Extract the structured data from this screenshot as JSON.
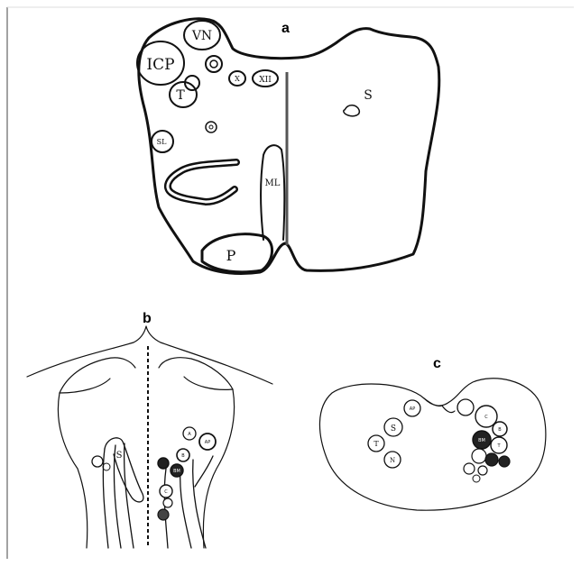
{
  "panels": [
    {
      "letter": "a"
    },
    {
      "letter": "b"
    },
    {
      "letter": "c"
    }
  ],
  "panel_a": {
    "labels": {
      "vn": "VN",
      "icp": "ICP",
      "t": "T",
      "xii": "XII",
      "x": "X",
      "sl": "SL",
      "ml": "ML",
      "p": "P",
      "s": "S"
    }
  },
  "panel_b": {
    "labels": {
      "s": "S",
      "a": "A",
      "ap": "AP",
      "b": "B",
      "bm": "BM",
      "c": "C"
    }
  },
  "panel_c": {
    "labels": {
      "ap": "AP",
      "s": "S",
      "t": "T",
      "n": "N",
      "c": "C",
      "b": "B",
      "bm": "BM",
      "t2": "T"
    }
  }
}
